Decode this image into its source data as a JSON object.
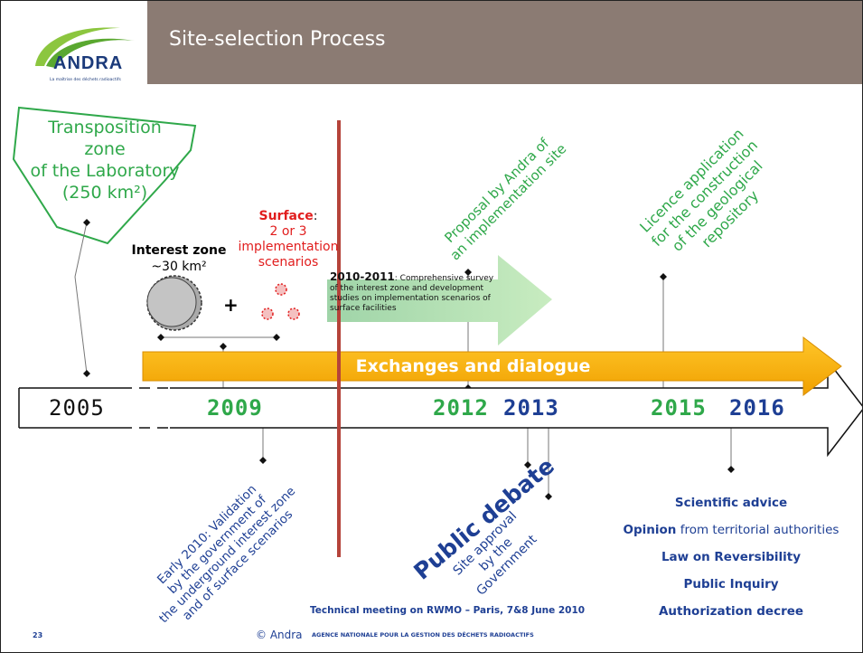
{
  "slide_title": "Site-selection Process",
  "logo": {
    "word": "ANDRA",
    "tagline": "La maîtrise des déchets radioactifs"
  },
  "transposition": {
    "lines": [
      "Transposition",
      "zone",
      "of the Laboratory",
      "(250 km²)"
    ]
  },
  "interest_zone": {
    "title": "Interest zone",
    "area": "~30 km²",
    "plus": "+"
  },
  "surface": {
    "title": "Surface",
    "colon": ":",
    "line2": "2 or 3",
    "line3": "implementation",
    "line4": "scenarios"
  },
  "survey": {
    "bold": "2010-2011",
    "rest": ": Comprehensive survey of the interest zone and development studies on implementation scenarios of surface facilities"
  },
  "proposal": {
    "line1": "Proposal by Andra of",
    "line2": "an implementation site"
  },
  "licence": {
    "line1": "Licence application",
    "line2": "for the construction",
    "line3": "of the geological",
    "line4": "repository"
  },
  "exchanges": "Exchanges and dialogue",
  "years": {
    "y2005": "2005",
    "y2009": "2009",
    "y2012": "2012",
    "y2013": "2013",
    "y2015": "2015",
    "y2016": "2016"
  },
  "validation": {
    "line1": "Early 2010: Validation",
    "line2": "by the  government of",
    "line3": "the underground interest zone",
    "line4": "and of surface scenarios"
  },
  "public_debate": "Public debate",
  "site_approval": {
    "line1": "Site approval",
    "line2": "by the",
    "line3": "Government"
  },
  "steps": {
    "scientific": "Scientific advice",
    "opinion_bold": "Opinion",
    "opinion_rest": " from territorial authorities",
    "law": "Law on Reversibility",
    "inquiry": "Public Inquiry",
    "decree": "Authorization decree"
  },
  "footer": {
    "meeting": "Technical meeting on RWMO – Paris, 7&8 June 2010",
    "page": "23",
    "copyright": "© Andra",
    "agency": "AGENCE NATIONALE POUR LA GESTION DES DÉCHETS RADIOACTIFS"
  },
  "colors": {
    "header": "#8b7b73",
    "green": "#2fa84a",
    "red": "#e11d1d",
    "navy": "#1e3f94",
    "orange": "#f5a800",
    "redline": "#b5433a"
  }
}
